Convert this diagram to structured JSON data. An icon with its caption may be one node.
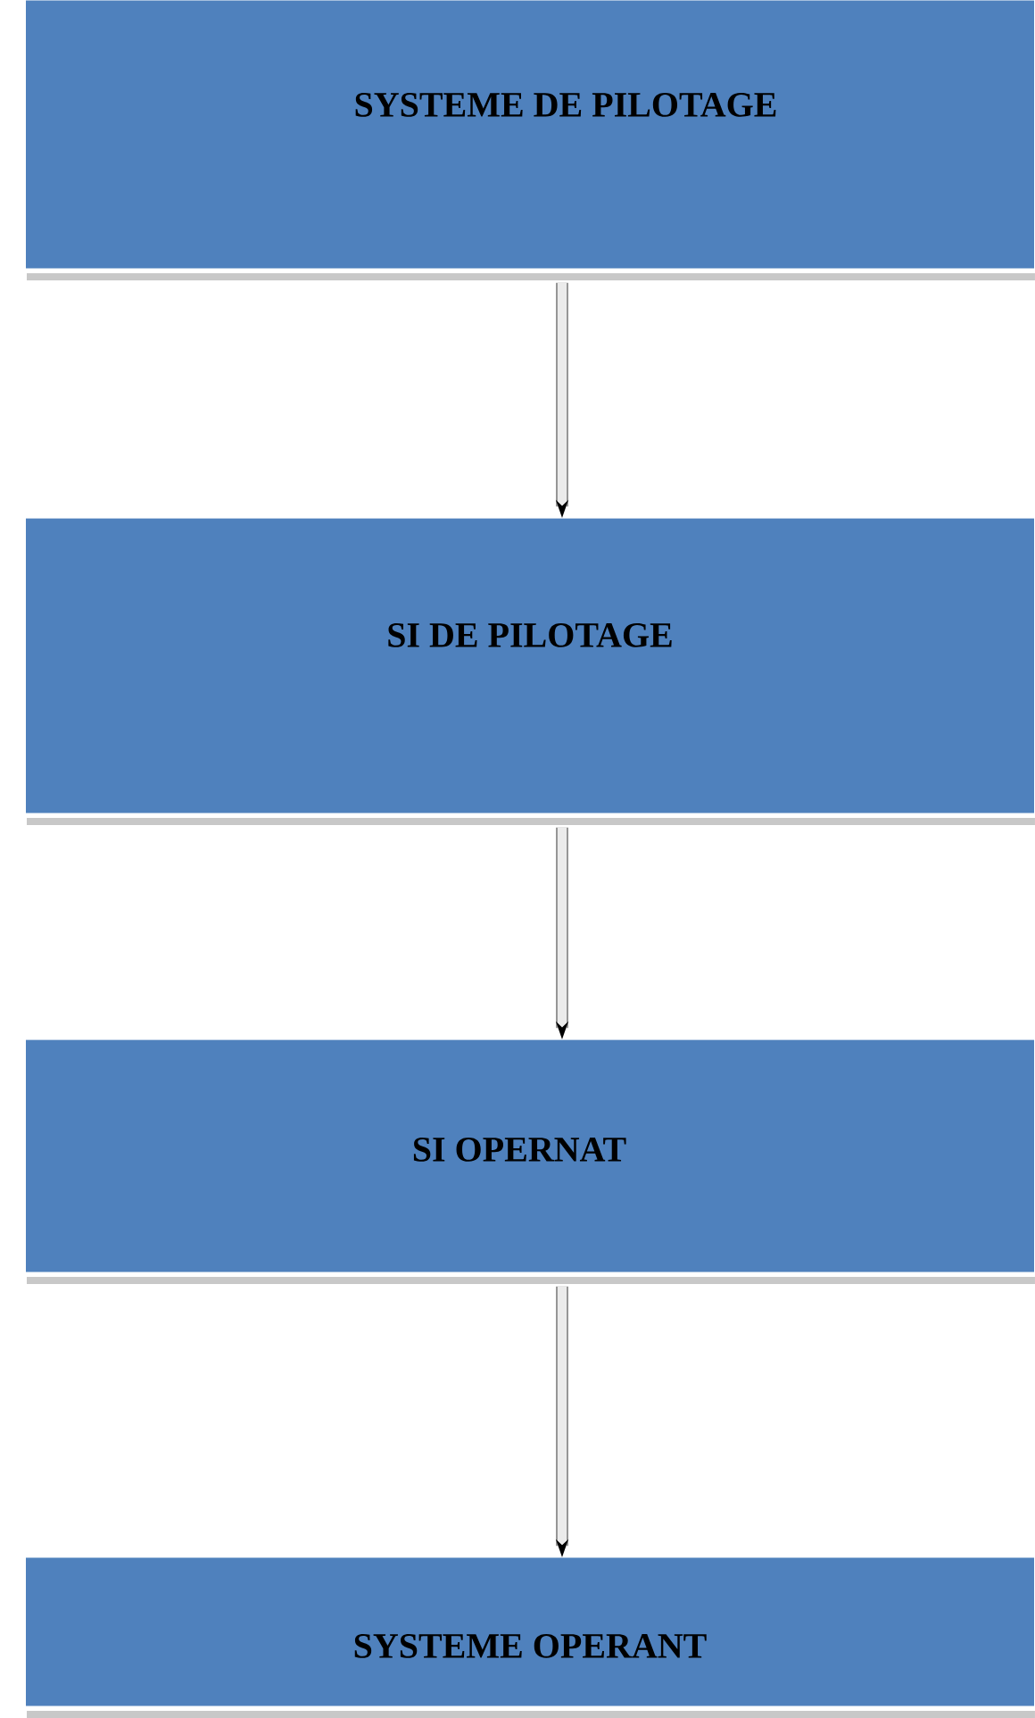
{
  "diagram": {
    "nodes": [
      {
        "text": [
          "SYSTEME DE PILOTAGE"
        ]
      },
      {
        "text": [
          "SI DE PILOTAGE"
        ]
      },
      {
        "text": [
          "SI OPERNAT"
        ]
      },
      {
        "text": [
          "SYSTEME OPERANT"
        ]
      }
    ],
    "edges": [
      {
        "from": 0,
        "to": 1,
        "arrow": "to"
      },
      {
        "from": 1,
        "to": 2,
        "arrow": "to"
      },
      {
        "from": 2,
        "to": 3,
        "arrow": "to"
      }
    ]
  }
}
